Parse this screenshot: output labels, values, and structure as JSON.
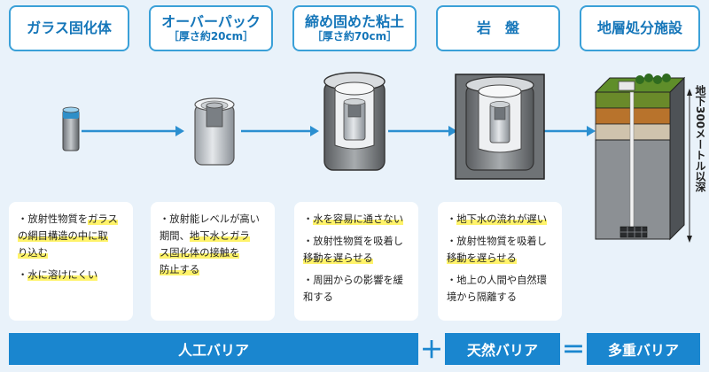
{
  "stages": [
    {
      "title": "ガラス固化体",
      "subtitle": ""
    },
    {
      "title": "オーバーパック",
      "subtitle": "［厚さ約20cm］"
    },
    {
      "title": "締め固めた粘土",
      "subtitle": "［厚さ約70cm］"
    },
    {
      "title": "岩　盤",
      "subtitle": ""
    },
    {
      "title": "地層処分施設",
      "subtitle": ""
    }
  ],
  "cards": [
    {
      "bullets": [
        [
          {
            "t": "・"
          },
          {
            "t": "放射性物質を"
          },
          {
            "t": "ガラス",
            "hl": true
          }
        ],
        [
          {
            "t": "の網目構造の中に取",
            "hl": true
          }
        ],
        [
          {
            "t": "り込む",
            "hl": true
          }
        ],
        [
          {
            "t": "・"
          },
          {
            "t": "水に溶けにくい",
            "hl": true
          }
        ]
      ]
    },
    {
      "bullets": [
        [
          {
            "t": "・放射能レベルが高い"
          }
        ],
        [
          {
            "t": "期間、"
          },
          {
            "t": "地下水とガラ",
            "hl": true
          }
        ],
        [
          {
            "t": "ス固化体の接触を",
            "hl": true
          }
        ],
        [
          {
            "t": "防止する",
            "hl": true
          }
        ]
      ]
    },
    {
      "bullets": [
        [
          {
            "t": "・"
          },
          {
            "t": "水を容易に通さない",
            "hl": true
          }
        ],
        [
          {
            "t": "・放射性物質を吸着し"
          }
        ],
        [
          {
            "t": "移動を遅らせる",
            "hl": true
          }
        ],
        [
          {
            "t": "・周囲からの影響を緩"
          }
        ],
        [
          {
            "t": "和する"
          }
        ]
      ]
    },
    {
      "bullets": [
        [
          {
            "t": "・"
          },
          {
            "t": "地下水の流れが遅い",
            "hl": true
          }
        ],
        [
          {
            "t": "・放射性物質を吸着し"
          }
        ],
        [
          {
            "t": "移動を遅らせる",
            "hl": true
          }
        ],
        [
          {
            "t": "・地上の人間や自然環"
          }
        ],
        [
          {
            "t": "境から隔離する"
          }
        ]
      ]
    }
  ],
  "depth_label": "地下300メートル以深",
  "bottom": {
    "artificial": "人工バリア",
    "plus": "＋",
    "natural": "天然バリア",
    "equals": "＝",
    "multi": "多重バリア"
  },
  "colors": {
    "accent_blue": "#1a86cf",
    "header_border": "#3aa0d8",
    "highlight_yellow": "#fff36a",
    "background": "#e9f2fa"
  }
}
